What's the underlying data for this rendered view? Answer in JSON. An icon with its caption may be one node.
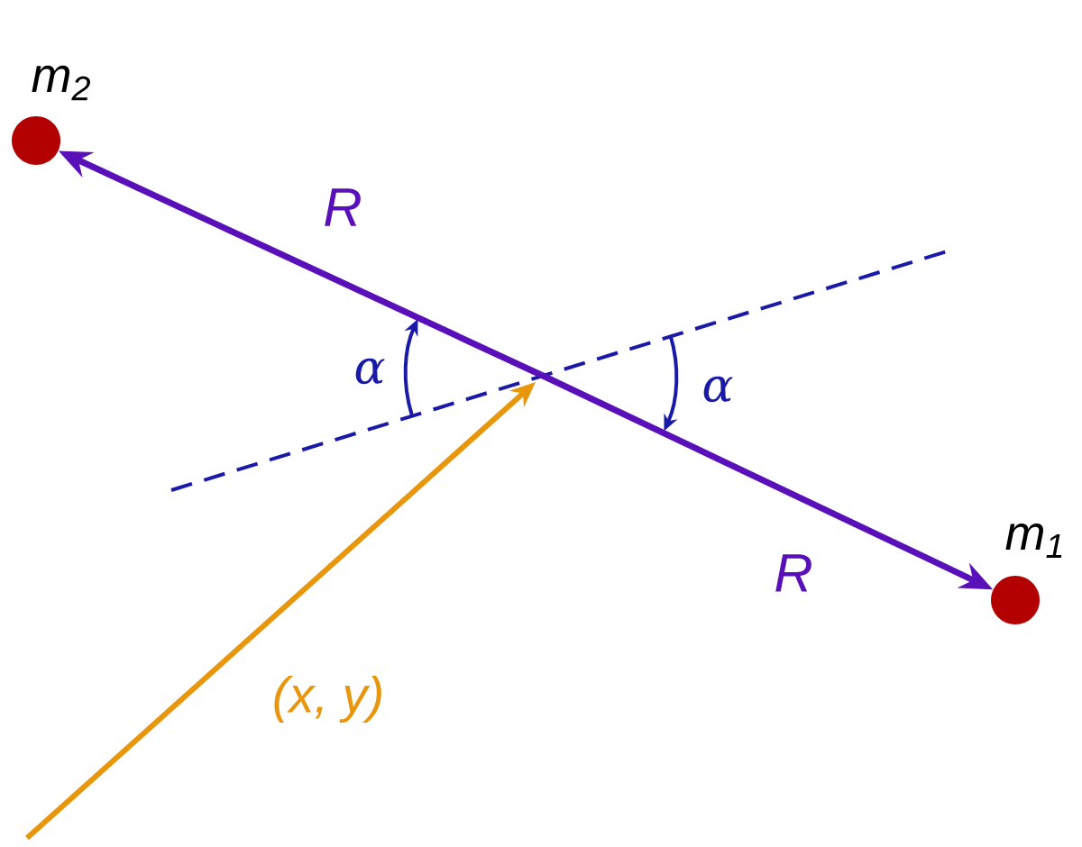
{
  "diagram": {
    "nodes": [
      {
        "text": [
          "m$_{2}$"
        ]
      },
      {
        "text": [
          "m$_{1}$"
        ]
      }
    ],
    "edges": [
      {
        "from": null,
        "to": 0,
        "arrow": "to",
        "label": "R"
      },
      {
        "from": null,
        "to": 1,
        "arrow": "to",
        "label": "R"
      }
    ],
    "labels": [
      "α",
      "α",
      "(x, y)"
    ]
  }
}
